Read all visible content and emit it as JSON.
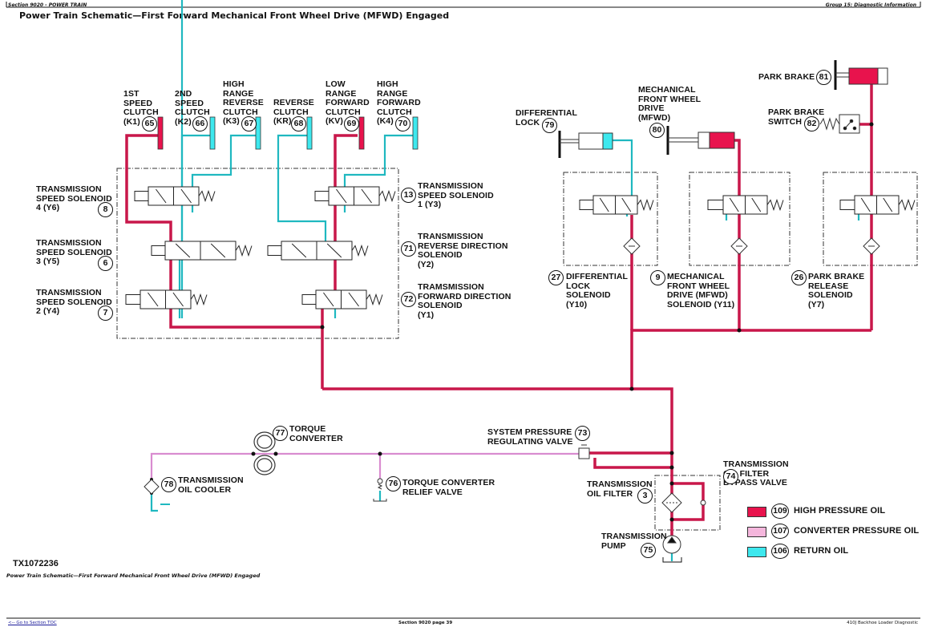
{
  "header": {
    "section": "Section 9020 - POWER TRAIN",
    "group": "Group 15: Diagnostic Information",
    "title": "Power Train Schematic—First Forward Mechanical Front Wheel Drive (MFWD) Engaged"
  },
  "colors": {
    "high_pressure": "#c8174a",
    "converter_pressure": "#d98cd0",
    "return": "#1fb8c0",
    "high_pressure_fill": "#e8134d",
    "converter_fill": "#f4b6dc",
    "return_fill": "#3ee8ee"
  },
  "clutches": [
    {
      "label": "1ST\nSPEED\nCLUTCH\n(K1)",
      "num": "65",
      "state": "high_pressure"
    },
    {
      "label": "2ND\nSPEED\nCLUTCH\n(K2)",
      "num": "66",
      "state": "return"
    },
    {
      "label": "HIGH\nRANGE\nREVERSE\nCLUTCH\n(K3)",
      "num": "67",
      "state": "return"
    },
    {
      "label": "REVERSE\nCLUTCH\n(KR)",
      "num": "68",
      "state": "return"
    },
    {
      "label": "LOW\nRANGE\nFORWARD\nCLUTCH\n(KV)",
      "num": "69",
      "state": "high_pressure"
    },
    {
      "label": "HIGH\nRANGE\nFORWARD\nCLUTCH\n(K4)",
      "num": "70",
      "state": "return"
    }
  ],
  "solenoids_left": [
    {
      "label": "TRANSMISSION\nSPEED SOLENOID\n4 (Y6)",
      "num": "8"
    },
    {
      "label": "TRANSMISSION\nSPEED SOLENOID\n3 (Y5)",
      "num": "6"
    },
    {
      "label": "TRANSMISSION\nSPEED SOLENOID\n2 (Y4)",
      "num": "7"
    }
  ],
  "solenoids_right": [
    {
      "label": "TRANSMISSION\nSPEED SOLENOID\n1 (Y3)",
      "num": "13"
    },
    {
      "label": "TRANSMISSION\nREVERSE DIRECTION\nSOLENOID\n(Y2)",
      "num": "71"
    },
    {
      "label": "TRAMSMISSION\nFORWARD DIRECTION\nSOLENOID\n(Y1)",
      "num": "72"
    }
  ],
  "actuators": [
    {
      "label": "DIFFERENTIAL\nLOCK",
      "num": "79",
      "state": "return"
    },
    {
      "label": "MECHANICAL\nFRONT WHEEL\nDRIVE\n(MFWD)",
      "num": "80",
      "state": "high_pressure"
    },
    {
      "label": "PARK BRAKE",
      "num": "81",
      "state": "high_pressure"
    },
    {
      "label": "PARK BRAKE\nSWITCH",
      "num": "82"
    }
  ],
  "aux_solenoids": [
    {
      "label": "DIFFERENTIAL\nLOCK\nSOLENOID\n(Y10)",
      "num": "27"
    },
    {
      "label": "MECHANICAL\nFRONT WHEEL\nDRIVE (MFWD)\nSOLENOID (Y11)",
      "num": "9"
    },
    {
      "label": "PARK BRAKE\nRELEASE\nSOLENOID\n(Y7)",
      "num": "26"
    }
  ],
  "components": {
    "torque_converter": {
      "label": "TORQUE\nCONVERTER",
      "num": "77"
    },
    "oil_cooler": {
      "label": "TRANSMISSION\nOIL COOLER",
      "num": "78"
    },
    "tc_relief": {
      "label": "TORQUE CONVERTER\nRELIEF VALVE",
      "num": "76"
    },
    "pressure_reg": {
      "label": "SYSTEM PRESSURE\nREGULATING VALVE",
      "num": "73"
    },
    "oil_filter": {
      "label": "TRANSMISSION\nOIL FILTER",
      "num": "3"
    },
    "bypass": {
      "label": "TRANSMISSION\nOIL FILTER\nBYPASS VALVE",
      "num": "74"
    },
    "pump": {
      "label": "TRANSMISSION\nPUMP",
      "num": "75"
    }
  },
  "legend": [
    {
      "num": "109",
      "label": "HIGH PRESSURE OIL",
      "color": "#e8134d"
    },
    {
      "num": "107",
      "label": "CONVERTER PRESSURE OIL",
      "color": "#f4b6dc"
    },
    {
      "num": "106",
      "label": "RETURN OIL",
      "color": "#3ee8ee"
    }
  ],
  "figure_id": "TX1072236",
  "caption": "Power Train Schematic—First Forward Mechanical Front Wheel Drive (MFWD) Engaged",
  "footer": {
    "toc_link": "<-- Go to Section TOC",
    "page": "Section 9020 page 39",
    "doc": "410J Backhoe Loader Diagnostic"
  }
}
